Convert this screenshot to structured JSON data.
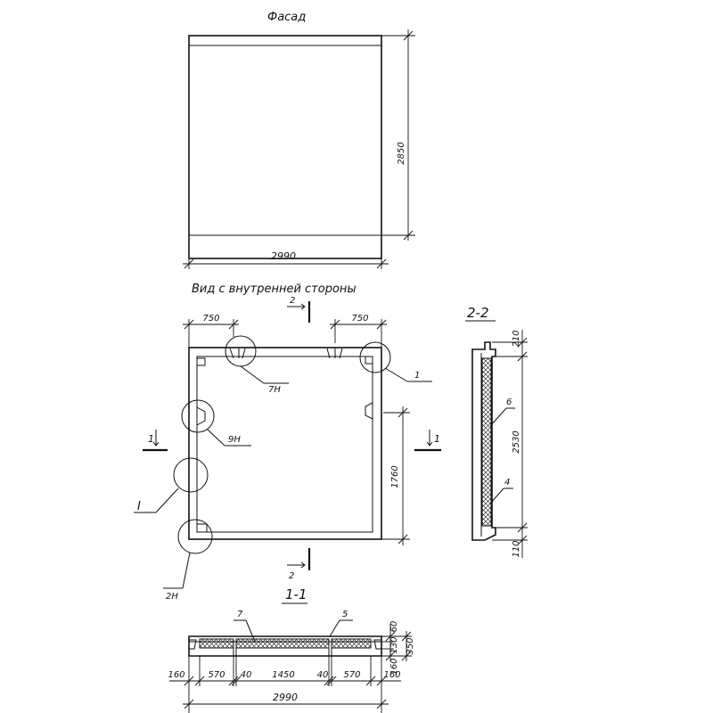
{
  "titles": {
    "facade": "Фасад",
    "inner_view": "Вид с внутренней стороны",
    "section_2_2": "2-2",
    "section_1_1": "1-1"
  },
  "facade": {
    "width": "2990",
    "height": "2850"
  },
  "inner_view": {
    "dim_left_750": "750",
    "dim_right_750": "750",
    "dim_1760": "1760",
    "cut_2": "2",
    "cut_1": "1",
    "callout_7n": "7Н",
    "callout_9n": "9Н",
    "callout_1": "1",
    "callout_I": "I",
    "callout_2n": "2Н"
  },
  "section_2_2": {
    "dim_210": "210",
    "dim_2530": "2530",
    "dim_110": "110",
    "label_6": "6",
    "label_4": "4"
  },
  "section_1_1": {
    "label_7": "7",
    "label_5": "5",
    "dim_60": "60",
    "dim_130": "130",
    "dim_160": "160",
    "dim_350": "350",
    "bottom_dims": [
      "160",
      "570",
      "40",
      "1450",
      "40",
      "570",
      "160"
    ],
    "total": "2990"
  }
}
